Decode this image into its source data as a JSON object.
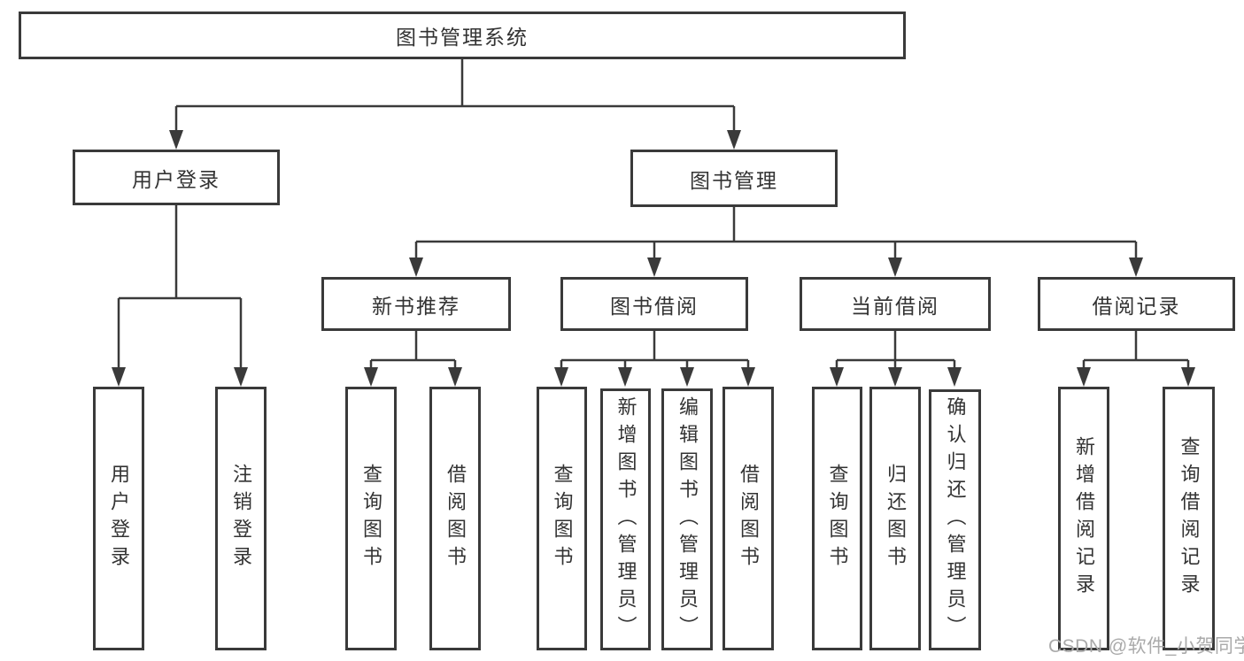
{
  "diagram": {
    "type": "tree",
    "root": "图书管理系统",
    "level2": {
      "user_login": "用户登录",
      "book_management": "图书管理"
    },
    "login_children": [
      "用户登录",
      "注销登录"
    ],
    "groups": [
      {
        "label": "新书推荐",
        "children": [
          "查询图书",
          "借阅图书"
        ]
      },
      {
        "label": "图书借阅",
        "children": [
          "查询图书",
          "新增图书（管理员）",
          "编辑图书（管理员）",
          "借阅图书"
        ]
      },
      {
        "label": "当前借阅",
        "children": [
          "查询图书",
          "归还图书",
          "确认归还（管理员）"
        ]
      },
      {
        "label": "借阅记录",
        "children": [
          "新增借阅记录",
          "查询借阅记录"
        ]
      }
    ],
    "colors": {
      "line": "#3a3a3a",
      "text": "#333333",
      "background": "#ffffff",
      "watermark": "#aaaaaa"
    }
  },
  "watermark": "CSDN @软件_小贺同学"
}
